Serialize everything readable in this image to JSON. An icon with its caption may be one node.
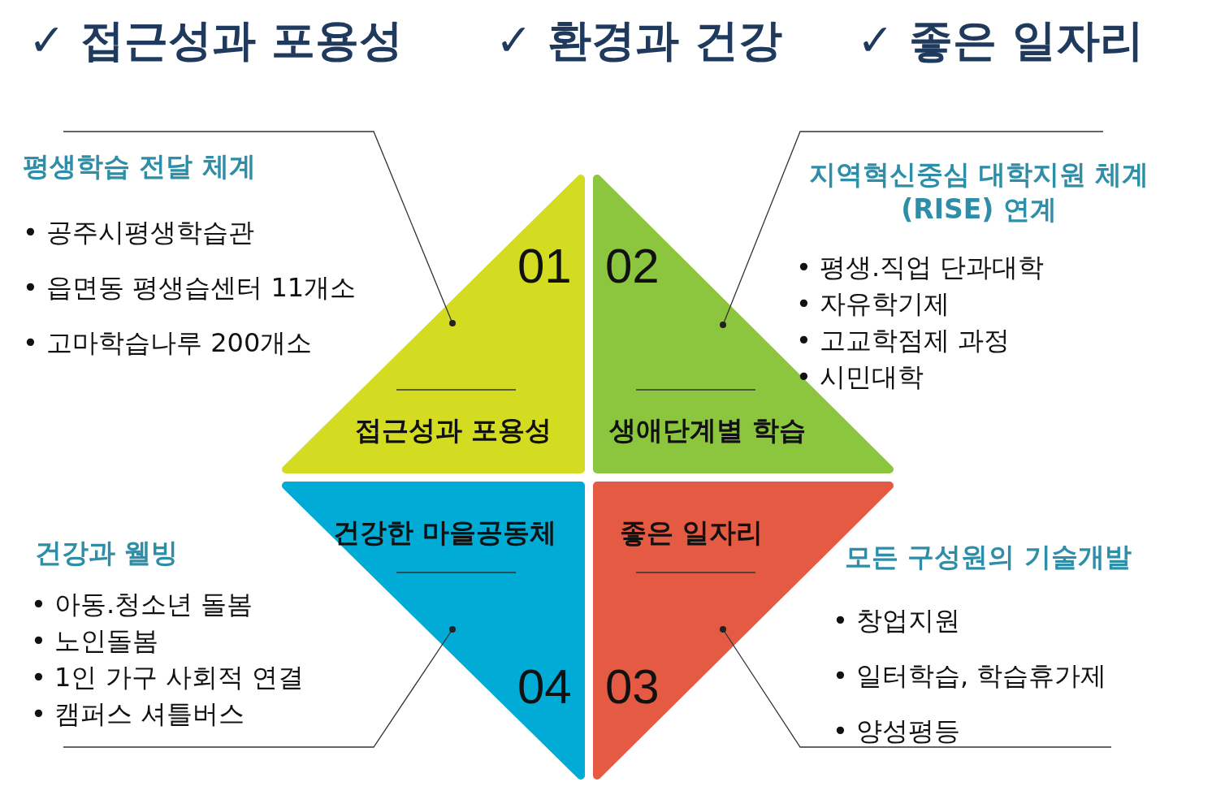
{
  "diagram": {
    "nodes": [
      {
        "text": [
          "01",
          "접근성과 포용성"
        ]
      },
      {
        "text": [
          "02",
          "생애단계별 학습"
        ]
      },
      {
        "text": [
          "좋은 일자리",
          "03"
        ]
      },
      {
        "text": [
          "건강한 마을공동체",
          "04"
        ]
      },
      {
        "text": [
          "평생학습 전달 체계",
          "• 공주시평생학습관",
          "• 읍면동 평생습센터 11개소",
          "• 고마학습나루 200개소"
        ]
      },
      {
        "text": [
          "지역혁신중심 대학지원 체계(RISE) 연계",
          "• 평생.직업 단과대학",
          "• 자유학기제",
          "• 고교학점제 과정",
          "• 시민대학"
        ]
      },
      {
        "text": [
          "모든 구성원의 기술개발",
          "• 창업지원",
          "• 일터학습, 학습휴가제",
          "• 양성평등"
        ]
      },
      {
        "text": [
          "건강과 웰빙",
          "• 아동.청소년 돌봄",
          "• 노인돌봄",
          "• 1인 가구 사회적 연결",
          "• 캠퍼스 셔틀버스"
        ]
      }
    ],
    "edges": [
      {
        "from": 4,
        "to": 0,
        "arrow": "other"
      },
      {
        "from": 5,
        "to": 1,
        "arrow": "other"
      },
      {
        "from": 6,
        "to": 2,
        "arrow": "other"
      },
      {
        "from": 7,
        "to": 3,
        "arrow": "other"
      }
    ],
    "labels": [
      "✓ 접근성과 포용성",
      "✓ 환경과 건강",
      "✓ 좋은 일자리"
    ]
  }
}
